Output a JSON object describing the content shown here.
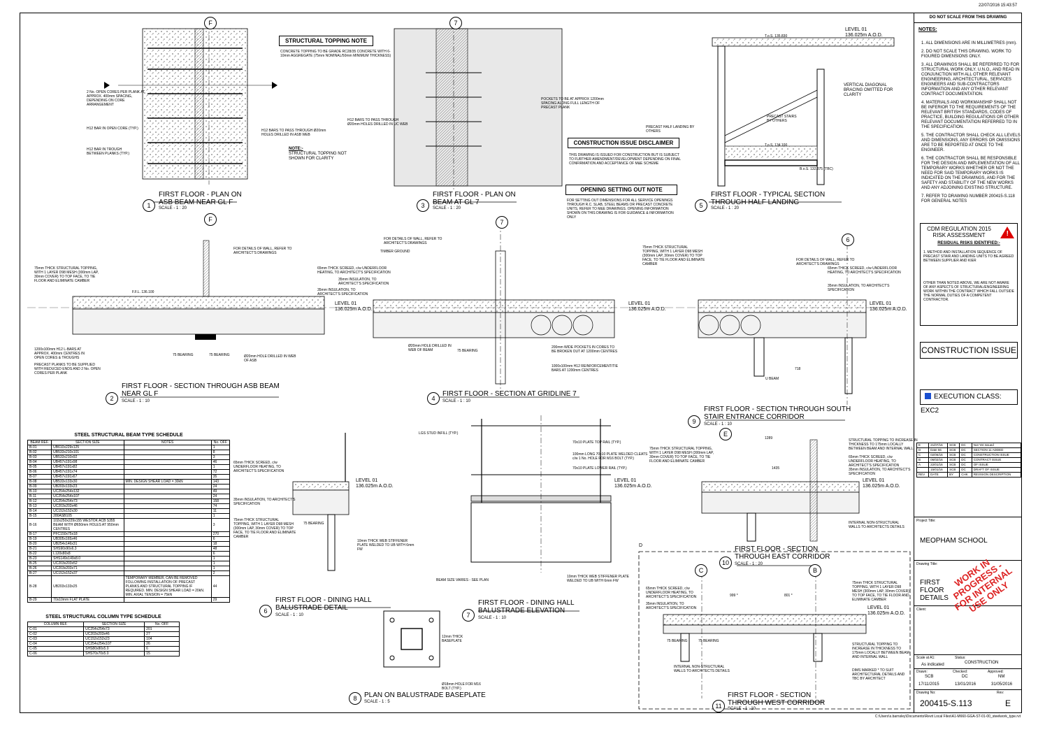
{
  "header": {
    "datetime": "22/07/2016 15:43:57",
    "filepath": "C:\\Users\\s.barnsley\\Documents\\Revit Local Files\\A1-M660-GGA-ST-01-00_steelwork_type.rvt"
  },
  "notes": {
    "scale_warning": "DO NOT SCALE FROM THIS DRAWING",
    "heading": "NOTES:",
    "items": [
      "1.  ALL DIMENSIONS ARE IN MILLIMETRES (mm).",
      "2.  DO NOT SCALE THIS DRAWING. WORK TO FIGURED DIMENSIONS ONLY.",
      "3.  ALL DRAWINGS SHALL BE REFERRED TO FOR STRUCTURAL WORK ONLY. U.N.O., AND READ IN CONJUNCTION WITH ALL OTHER RELEVANT ENGINEERING, ARCHITECTURAL, SERVICES ENGINEERS AND SUB-CONTRACTORS INFORMATION AND ANY OTHER RELEVANT CONTRACT DOCUMENTATION.",
      "4.  MATERIALS AND WORKMANSHIP SHALL NOT BE INFERIOR TO THE REQUIREMENTS OF THE RELEVANT BRITISH STANDARDS, CODES OF PRACTICE, BUILDING REGULATIONS OR OTHER RELEVANT DOCUMENTATION REFERRED TO IN THE SPECIFICATION.",
      "5.  THE CONTRACTOR SHALL CHECK ALL LEVELS AND DIMENSIONS, ANY ERRORS OR OMISSIONS ARE TO BE REPORTED AT ONCE TO THE ENGINEER.",
      "6.  THE CONTRACTOR SHALL BE RESPONSIBLE FOR THE DESIGN AND IMPLEMENTATION OF ALL TEMPORARY WORKS WHETHER OR NOT THE NEED FOR SAID TEMPORARY WORKS IS INDICATED ON THE DRAWINGS, AND FOR THE SAFETY AND STABILITY OF THE NEW WORKS AND ANY ADJOINING EXISTING STRUCTURE.",
      "7.  REFER TO DRAWING NUMBER 200415-S.118 FOR GENERAL NOTES"
    ]
  },
  "cdm": {
    "title": "CDM REGULATION 2015 RISK ASSESSMENT",
    "subtitle": "RESIDUAL RISKS IDENTIFIED:-",
    "item1": "1.  METHOD AND INSTALLATION SEQUENCE OF PRECAST STAIR AND LANDING UNITS TO BE AGREED BETWEEN SUPPLIER AND KIER",
    "footer": "OTHER THAN NOTED ABOVE, WE ARE NOT AWARE OF ANY ASPECTS OF STRUCTURAL/ENGINEERING WORK WITHIN THE CONTRACT WHICH FALL OUTSIDE THE NORMAL DUTIES OF A COMPETENT CONTRACTOR."
  },
  "status_box": "CONSTRUCTION ISSUE",
  "execution_class": "EXECUTION CLASS: EXC2",
  "revisions": {
    "header": [
      "REV",
      "DATE",
      "BY",
      "CHK",
      "REVISION DESCRIPTION"
    ],
    "rows": [
      [
        "E",
        "21/07/16",
        "SCB",
        "DC",
        "Not Yet Issued"
      ],
      [
        "D",
        "Date 66",
        "SCB",
        "DC",
        "SECTION 11 ADDED"
      ],
      [
        "C",
        "02/06/16",
        "SCB",
        "DC",
        "CONSTRUCTION ISSUE"
      ],
      [
        "B",
        "06/02/16",
        "SCB",
        "DC",
        "CONTRACT ISSUE"
      ],
      [
        "A",
        "22/01/16",
        "SCB",
        "DC",
        "OF ISSUE"
      ],
      [
        "-",
        "15/01/16",
        "SCB",
        "DC",
        "DRAFT OF ISSUE"
      ]
    ]
  },
  "project": {
    "label": "Project Title:",
    "value": "MEOPHAM SCHOOL"
  },
  "drawing": {
    "label": "Drawing Title:",
    "value": "FIRST FLOOR DETAILS"
  },
  "client_label": "Client:",
  "stamp": "WORK IN PROGRESS - FOR INTERNAL USE ONLY",
  "tb_meta": {
    "scale_label": "Scale at A1:",
    "scale": "As indicated",
    "status_label": "Status:",
    "status": "CONSTRUCTION",
    "drawn_label": "Drawn:",
    "drawn": "SCB",
    "drawn_date": "17/11/2015",
    "checked_label": "Checked:",
    "checked": "DC",
    "checked_date": "13/01/2016",
    "approved_label": "Approved:",
    "approved": "NM",
    "approved_date": "31/05/2016",
    "number_label": "Drawing No:",
    "number": "200415-S.113",
    "rev_label": "Rev:",
    "rev": "E"
  },
  "boxnotes": {
    "topping_title": "STRUCTURAL TOPPING NOTE",
    "topping_body": "CONCRETE TOPPING TO BE GRADE RC28/35 CONCRETE WITH 6-10mm AGGREGATE (75mm NOMINAL/50mm MINIMUM THICKNESS)",
    "note_title": "NOTE:-",
    "note_body": "STRUCTURAL TOPPING NOT SHOWN FOR CLARITY",
    "disclaimer_title": "CONSTRUCTION ISSUE DISCLAIMER",
    "disclaimer_body": "THIS DRAWING IS ISSUED FOR CONSTRUCTION BUT IS SUBJECT TO FURTHER AMENDMENT/DEVELOPMENT DEPENDING ON FINAL CONFIRMATION AND ACCEPTANCE OF M&E SCHEME",
    "opening_title": "OPENING SETTING OUT NOTE",
    "opening_body": "FOR SETTING OUT DIMENSIONS FOR ALL SERVICE OPENINGS THROUGH R.C. SLAB, STEEL BEAMS OR PRECAST CONCRETE UNITS, REFER TO M&E DRAWINGS. OPENING INFORMATION SHOWN ON THIS DRAWING IS FOR GUIDANCE & INFORMATION ONLY"
  },
  "views": [
    {
      "num": "1",
      "title": "FIRST FLOOR - PLAN ON ASB BEAM NEAR GL F",
      "scale": "SCALE - 1 : 20"
    },
    {
      "num": "3",
      "title": "FIRST FLOOR - PLAN ON BEAM AT GL 7",
      "scale": "SCALE - 1 : 20"
    },
    {
      "num": "5",
      "title": "FIRST FLOOR - TYPICAL SECTION THROUGH HALF LANDING",
      "scale": "SCALE - 1 : 20"
    },
    {
      "num": "2",
      "title": "FIRST FLOOR - SECTION THROUGH ASB BEAM NEAR GL F",
      "scale": "SCALE - 1 : 10"
    },
    {
      "num": "4",
      "title": "FIRST FLOOR - SECTION AT GRIDLINE 7",
      "scale": "SCALE - 1 : 10"
    },
    {
      "num": "9",
      "title": "FIRST FLOOR - SECTION THROUGH SOUTH STAIR ENTRANCE CORRIDOR",
      "scale": "SCALE - 1 : 10"
    },
    {
      "num": "6",
      "title": "FIRST FLOOR - DINING HALL BALUSTRADE DETAIL",
      "scale": "SCALE - 1 : 10"
    },
    {
      "num": "7",
      "title": "FIRST FLOOR - DINING HALL BALUSTRADE ELEVATION",
      "scale": "SCALE - 1 : 10"
    },
    {
      "num": "10",
      "title": "FIRST FLOOR - SECTION THROUGH EAST CORRIDOR",
      "scale": "SCALE - 1 : 20"
    },
    {
      "num": "8",
      "title": "PLAN ON BALUSTRADE BASEPLATE",
      "scale": "SCALE - 1 : 5"
    },
    {
      "num": "11",
      "title": "FIRST FLOOR - SECTION THROUGH WEST CORRIDOR",
      "scale": "SCALE - 1 : 10"
    }
  ],
  "grid_labels": {
    "f1": "F",
    "g7a": "7",
    "f2": "F",
    "g7b": "7",
    "g6": "6",
    "e": "E",
    "c": "C",
    "b": "B",
    "d": "D"
  },
  "level": {
    "name": "LEVEL 01",
    "aod": "136.025m A.O.D."
  },
  "labels": {
    "topping75": "75mm THICK STRUCTURAL TOPPING, WITH 1 LAYER D98 MESH (300mm LAP, 30mm COVER) TO TOP FACE, TO TIE FLOOR AND ELIMINATE CAMBER",
    "screed65": "65mm THICK SCREED, c/w UNDERFLOOR HEATING, TO ARCHITECT'S SPECIFICATION",
    "insul35": "35mm INSULATION, TO ARCHITECT'S SPECIFICATION",
    "wall": "FOR DETAILS OF WALL, REFER TO ARCHITECT'S DRAWINGS",
    "precast": "PRECAST PLANKS TO BE SUPPLIED WITH REDUCED ENDS AND 2 No. OPEN CORES PER PLANK",
    "bars1200": "1200x100mm H12 L-BARS AT APPROX. 400mm CENTRES IN OPEN CORES & TROUGHS",
    "hole20": "Ø20mm HOLE DRILLED IN WEB OF ASB",
    "bearing75": "75 BEARING",
    "ffl": "F.F.L. 136.100",
    "timber": "TIMBER GROUND",
    "pockets200": "200mm WIDE POCKETS IN CORES TO BE BROKEN OUT AT 1200mm CENTRES",
    "bars1000": "1000x100mm H12 REINFORCEMENT/TIE BARS AT 1200mm CENTRES",
    "hole20b": "Ø20mm HOLE DRILLED IN WEB OF BEAM",
    "tos1": "T.o.S. 135.830",
    "tos2": "T.o.S. 134.100",
    "bos": "B.o.S. 132.875 (TBC)",
    "bracing": "VERTICAL DIAGONAL BRACING OMITTED FOR CLARITY",
    "stairs": "PRECAST STAIRS BY OTHERS",
    "halflanding": "PRECAST HALF LANDING BY OTHERS",
    "pockets": "POCKETS TO BE AT APPROX 1200mm SPACING ALONG FULL LENGTH OF PRECAST PLANK",
    "h12uc": "H12 BARS TO PASS THROUGH Ø20mm HOLES DRILLED IN UC WEB",
    "h12asb": "H12 BARS TO PASS THROUGH Ø20mm HOLES DRILLED IN ASB WEB",
    "opencores": "2 No. OPEN CORES PER PLANK AT APPROX. 400mm SPACING, DEPENDING ON CORE ARRANGEMENT",
    "h12core": "H12 BAR IN OPEN CORE (TYP.)",
    "h12trough": "H12 BAR IN TROUGH BETWEEN PLANKS (TYP.)",
    "lgs": "LGS STUD INFILL (TYP.)",
    "toprail": "70x10 PLATE TOP RAIL (TYP.)",
    "cleats": "100mm LONG 70x10 PLATE WELDED CLEATS c/w 1 No. HOLE FOR M16 BOLT (TYP.)",
    "lowerrail": "70x10 PLATE LOWER RAIL (TYP.)",
    "stiffener": "10mm THICK WEB STIFFENER PLATE WELDED TO UB WITH 6mm FW",
    "beamsize": "BEAM SIZE VARIES - SEE PLAN",
    "baseplate": "12mm THICK BASEPLATE",
    "m16": "Ø18mm HOLE FOR M16 BOLT (TYP.)",
    "toppinginc": "STRUCTURAL TOPPING TO INCREASE IN THICKNESS TO 175mm LOCALLY BETWEEN BEAM AND INTERNAL WALL",
    "internalwall": "INTERNAL NON-STRUCTURAL WALLS TO ARCHITECTS DETAILS",
    "dims": "DIMS MARKED * TO SUIT ARCHITECTURAL DETAILS AND TBC BY ARCHITECT",
    "ubeam": "U BEAM",
    "dim718": "718",
    "dim1435": "1435",
    "dim1289": "1289",
    "dim999": "999 *",
    "dim801": "801 *"
  },
  "beam_schedule": {
    "title": "STEEL STRUCTURAL BEAM TYPE SCHEDULE",
    "header": [
      "BEAM REF.",
      "SECTION SIZE",
      "NOTES",
      "No. OFF"
    ],
    "rows": [
      [
        "B-01",
        "UB610x229x125",
        "",
        "1"
      ],
      [
        "B-02",
        "UB533x210x101",
        "",
        "8"
      ],
      [
        "B-03",
        "UB533x210x92",
        "",
        "3"
      ],
      [
        "B-04",
        "UB457x191x98",
        "",
        "46"
      ],
      [
        "B-05",
        "UB457x191x82",
        "",
        "1"
      ],
      [
        "B-06",
        "UB457x191x74",
        "",
        "72"
      ],
      [
        "B-07",
        "UB457x191x67",
        "",
        "35"
      ],
      [
        "B-08",
        "UB533x133x30",
        "MIN. DESIGN SHEAR LOAD = 30kN",
        "143"
      ],
      [
        "B-09",
        "UB203x133x23",
        "",
        "24"
      ],
      [
        "B-10",
        "UC254x254x132",
        "",
        "49"
      ],
      [
        "B-11",
        "UC254x254x107",
        "",
        "24"
      ],
      [
        "B-12",
        "UC254x254x73",
        "",
        "158"
      ],
      [
        "B-13",
        "UC203x203x46",
        "",
        "74"
      ],
      [
        "B-14",
        "UC152x152x30",
        "",
        "11"
      ],
      [
        "B-15",
        "280ASB105",
        "",
        "1"
      ],
      [
        "B-16",
        "102x250x229x155 WESTOK ACB S355 BEAM WITH Ø650mm HOLES AT 950mm CENTRES",
        "",
        "3"
      ],
      [
        "B-17",
        "PFC150x75x18",
        "",
        "270"
      ],
      [
        "B-19",
        "UB305x165x46",
        "",
        "6"
      ],
      [
        "B-20",
        "UB254x146x31",
        "",
        "18"
      ],
      [
        "B-21",
        "SHS90x90x6.3",
        "",
        "48"
      ],
      [
        "B-22",
        "L120x80x8",
        "",
        "6"
      ],
      [
        "B-23",
        "SHS149x149x8.0",
        "",
        "1"
      ],
      [
        "B-25",
        "UC203x203x52",
        "",
        "1"
      ],
      [
        "B-26",
        "UC203x203x71",
        "",
        "1"
      ],
      [
        "B-27",
        "UC152x152x37",
        "",
        "2"
      ],
      [
        "B-28",
        "UB203x133x25",
        "TEMPORARY MEMBER, CAN BE REMOVED FOLLOWING INSTALLATION OF PRECAST PLANKS AND STRUCTURAL TOPPING IF REQUIRED. MIN. DESIGN SHEAR LOAD = 20kN. MIN. AXIAL TENSION = 75kN",
        "44"
      ],
      [
        "B-29",
        "70x10mm FLAT PLATE",
        "",
        "29"
      ]
    ]
  },
  "column_schedule": {
    "title": "STEEL STRUCTURAL COLUMN TYPE SCHEDULE",
    "header": [
      "COLUMN REF.",
      "SECTION SIZE",
      "No. OFF"
    ],
    "rows": [
      [
        "C-01",
        "UC254x254x73",
        "201"
      ],
      [
        "C-02",
        "UC203x203x46",
        "27"
      ],
      [
        "C-03",
        "UC152x152x23",
        "104"
      ],
      [
        "C-04",
        "UC254x254x107",
        "26"
      ],
      [
        "C-05",
        "SHS80x80x5.0",
        "6"
      ],
      [
        "C-06",
        "SHS70x70x5.0",
        "15"
      ]
    ]
  }
}
